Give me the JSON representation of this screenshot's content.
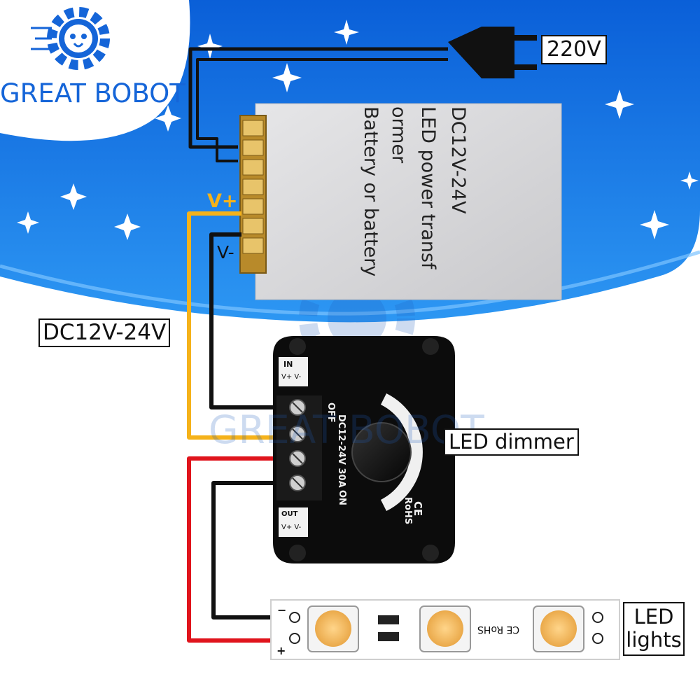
{
  "brand": {
    "name": "GREAT BOBOT",
    "watermark": "GREAT BOBOT"
  },
  "labels": {
    "mains": "220V",
    "dc_range": "DC12V-24V",
    "dimmer": "LED dimmer",
    "lights_line1": "LED",
    "lights_line2": "lights"
  },
  "power_supply": {
    "line1": "DC12V-24V",
    "line2": "LED power transf",
    "line3": "ormer",
    "line4": "Battery or battery",
    "v_plus": "V+",
    "v_minus": "V-"
  },
  "dimmer_device": {
    "in_label": "IN",
    "in_terminals": "V+ V-",
    "out_label": "OUT",
    "out_terminals": "V+ V-",
    "off_label": "OFF",
    "on_label": "ON",
    "rating": "DC12-24V  30A",
    "cert1": "CE",
    "cert2": "RoHS"
  },
  "led_strip": {
    "minus": "−",
    "plus": "+",
    "marking": "CE RoHS"
  },
  "colors": {
    "sky_top": "#0a5fd8",
    "sky_bottom": "#1e8cf0",
    "wire_positive_psu": "#f5b21a",
    "wire_positive_led": "#e0141c",
    "wire_negative": "#111111",
    "led_chip": "#f7c46a"
  }
}
